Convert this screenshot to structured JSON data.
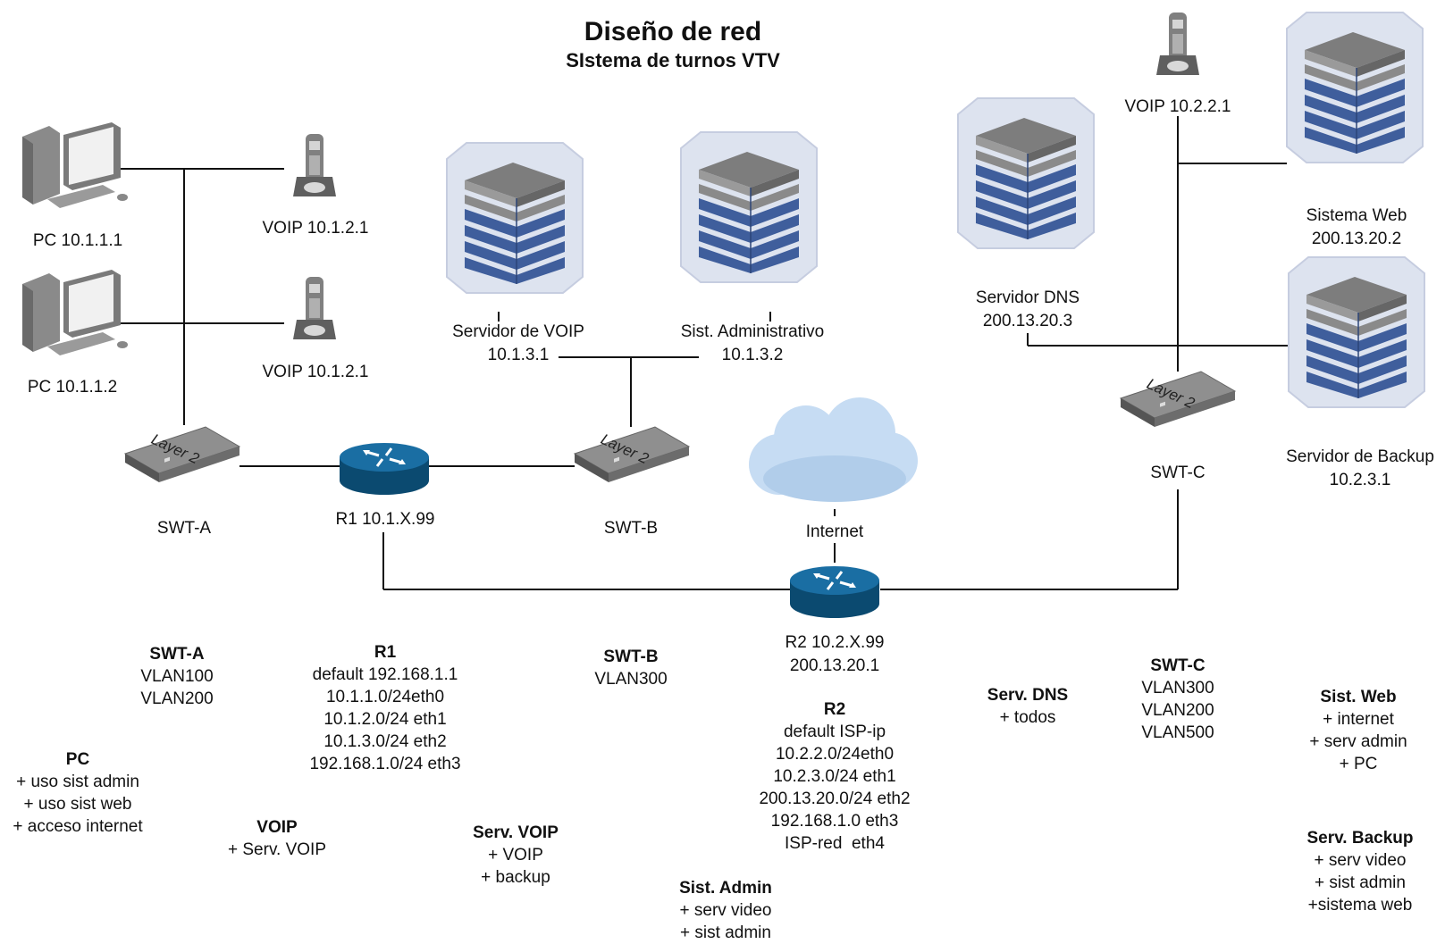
{
  "title": "Diseño de red",
  "subtitle": "SIstema de turnos VTV",
  "devices": {
    "pc1": "PC 10.1.1.1",
    "pc2": "PC 10.1.1.2",
    "voip_a1": "VOIP 10.1.2.1",
    "voip_a2": "VOIP 10.1.2.1",
    "srv_voip": [
      "Servidor de VOIP",
      "10.1.3.1"
    ],
    "srv_admin": [
      "Sist. Administrativo",
      "10.1.3.2"
    ],
    "srv_dns": [
      "Servidor DNS",
      "200.13.20.3"
    ],
    "voip_c": "VOIP 10.2.2.1",
    "srv_web": [
      "Sistema Web",
      "200.13.20.2"
    ],
    "srv_backup": [
      "Servidor de Backup",
      "10.2.3.1"
    ],
    "swt_a": "SWT-A",
    "swt_b": "SWT-B",
    "swt_c": "SWT-C",
    "r1": "R1 10.1.X.99",
    "r2": [
      "R2 10.2.X.99",
      "200.13.20.1"
    ],
    "internet": "Internet",
    "switch_label": "Layer 2",
    "voip_phone_label": "VOIP"
  },
  "notes": {
    "swt_a": {
      "title": "SWT-A",
      "lines": [
        "VLAN100",
        "VLAN200"
      ]
    },
    "r1": {
      "title": "R1",
      "lines": [
        "default 192.168.1.1",
        "10.1.1.0/24eth0",
        "10.1.2.0/24 eth1",
        "10.1.3.0/24 eth2",
        "192.168.1.0/24 eth3"
      ]
    },
    "swt_b": {
      "title": "SWT-B",
      "lines": [
        "VLAN300"
      ]
    },
    "r2": {
      "title": "R2",
      "lines": [
        "default ISP-ip",
        "10.2.2.0/24eth0",
        "10.2.3.0/24 eth1",
        "200.13.20.0/24 eth2",
        "192.168.1.0 eth3",
        "ISP-red  eth4"
      ]
    },
    "serv_dns": {
      "title": "Serv. DNS",
      "lines": [
        "+ todos"
      ]
    },
    "swt_c": {
      "title": "SWT-C",
      "lines": [
        "VLAN300",
        "VLAN200",
        "VLAN500"
      ]
    },
    "sist_web": {
      "title": "Sist. Web",
      "lines": [
        "+ internet",
        "+ serv admin",
        "+ PC"
      ]
    },
    "pc": {
      "title": "PC",
      "lines": [
        "+ uso sist admin",
        "+ uso sist web",
        "+ acceso internet"
      ]
    },
    "voip": {
      "title": "VOIP",
      "lines": [
        "+ Serv. VOIP"
      ]
    },
    "serv_voip": {
      "title": "Serv. VOIP",
      "lines": [
        "+ VOIP",
        "+ backup"
      ]
    },
    "sist_admin": {
      "title": "Sist. Admin",
      "lines": [
        "+ serv video",
        "+ sist admin"
      ]
    },
    "serv_backup": {
      "title": "Serv. Backup",
      "lines": [
        "+ serv video",
        "+ sist admin",
        "+sistema web"
      ]
    }
  },
  "colors": {
    "line": "#111111",
    "router_blue": "#0f5a86",
    "switch_gray": "#8d8d8d",
    "server_blue": "#3f5e9c",
    "cloud": "#b7d2ee"
  }
}
